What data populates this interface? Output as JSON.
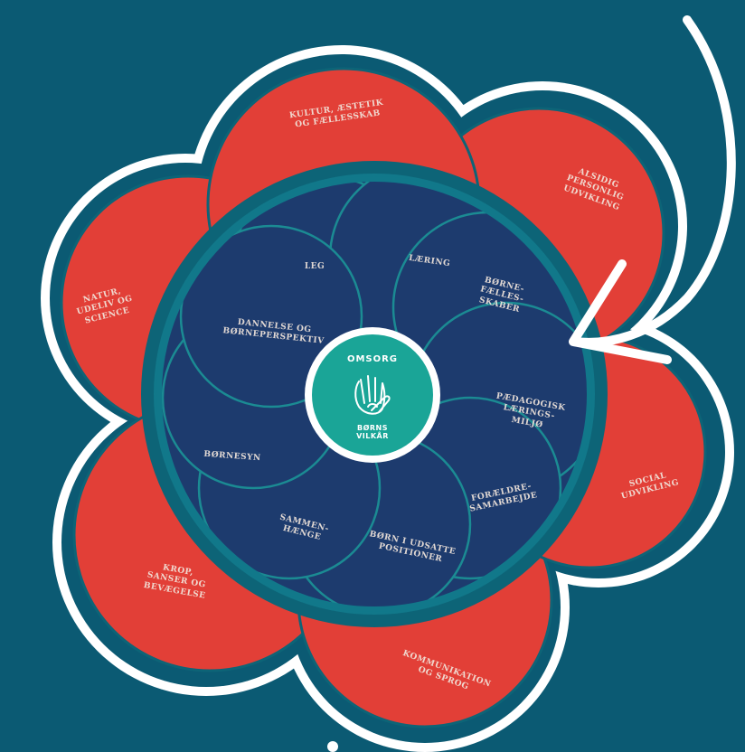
{
  "colors": {
    "background": "#0b5a73",
    "outer_petals": "#e23f37",
    "inner_petals": "#1d3b6e",
    "ring": "#0d6477",
    "badge": "#1aa597",
    "outline": "#ffffff"
  },
  "center": {
    "title": "OMSORG",
    "logo_line1": "BØRNS",
    "logo_line2": "VILKÅR",
    "icon": "hands-icon"
  },
  "outer_petals": [
    {
      "id": "kultur",
      "lines": [
        "KULTUR, ÆSTETIK",
        "OG FÆLLESSKAB"
      ]
    },
    {
      "id": "alsidig",
      "lines": [
        "ALSIDIG",
        "PERSONLIG",
        "UDVIKLING"
      ]
    },
    {
      "id": "social",
      "lines": [
        "SOCIAL",
        "UDVIKLING"
      ]
    },
    {
      "id": "kommunikation",
      "lines": [
        "KOMMUNIKATION",
        "OG SPROG"
      ]
    },
    {
      "id": "krop",
      "lines": [
        "KROP,",
        "SANSER OG",
        "BEVÆGELSE"
      ]
    },
    {
      "id": "natur",
      "lines": [
        "NATUR,",
        "UDELIV OG",
        "SCIENCE"
      ]
    }
  ],
  "inner_petals": [
    {
      "id": "leg",
      "lines": [
        "LEG"
      ]
    },
    {
      "id": "laering",
      "lines": [
        "LÆRING"
      ]
    },
    {
      "id": "boernefaellesskaber",
      "lines": [
        "BØRNE-",
        "FÆLLES-",
        "SKABER"
      ]
    },
    {
      "id": "paedagogisk",
      "lines": [
        "PÆDAGOGISK",
        "LÆRINGS-",
        "MILJØ"
      ]
    },
    {
      "id": "foraeldre",
      "lines": [
        "FORÆLDRE-",
        "SAMARBEJDE"
      ]
    },
    {
      "id": "boern-udsatte",
      "lines": [
        "BØRN I UDSATTE",
        "POSITIONER"
      ]
    },
    {
      "id": "sammenhaenge",
      "lines": [
        "SAMMEN-",
        "HÆNGE"
      ]
    },
    {
      "id": "boernesyn",
      "lines": [
        "BØRNESYN"
      ]
    },
    {
      "id": "dannelse",
      "lines": [
        "DANNELSE OG",
        "BØRNEPERSPEKTIV"
      ]
    }
  ]
}
